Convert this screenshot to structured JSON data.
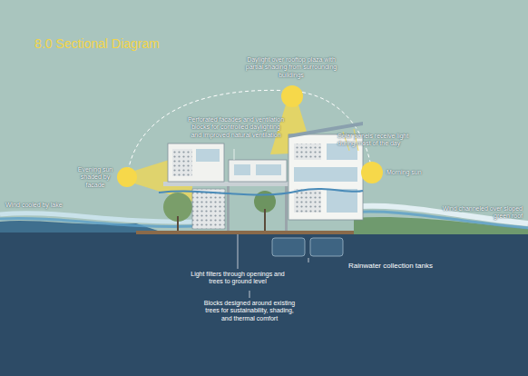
{
  "diagram": {
    "title": "8.0 Sectional Diagram",
    "labels": [
      "Daylight over rooftop plaza with partial shading from surrounding buildings",
      "Perforated facades and ventilation blocks for controlled daylighting and improved natural ventilation",
      "Solar panels receive light during most of the day",
      "Evening sun shaded by facade",
      "Morning sun",
      "Wind cooled by lake",
      "Wind channeled over sloped green roof",
      "Light filters through openings and trees to ground level",
      "Rainwater collection tanks",
      "Blocks designed around existing trees for sustainability, shading, and thermal comfort"
    ]
  }
}
